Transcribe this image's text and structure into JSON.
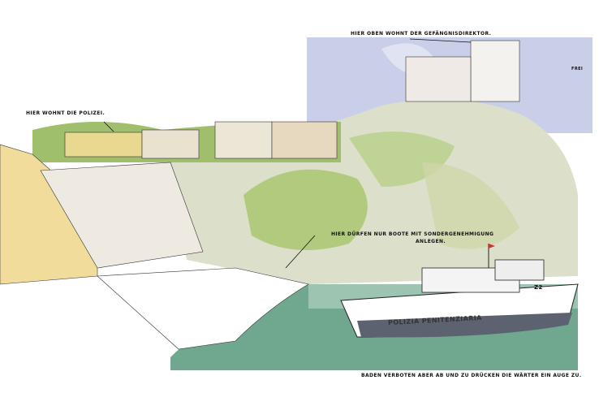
{
  "annotations": {
    "director": "HIER OBEN WOHNT DER GEFÄNGNISDIREKTOR.",
    "free": "FREI",
    "police": "HIER WOHNT DIE POLIZEI.",
    "boats": "HIER DÜRFEN NUR BOOTE MIT SONDERGENEHMIGUNG",
    "boats_line2": "ANLEGEN.",
    "bathing": "BADEN VERBOTEN ABER AB UND ZU DRÜCKEN DIE WÄRTER EIN AUGE ZU."
  },
  "boat": {
    "name": "POLIZIA PENITENZIARIA",
    "number": "Z2"
  },
  "colors": {
    "sky": "#c9cfe8",
    "sea": "#6fa88e",
    "hill": "#d8dcc4",
    "green": "#a8c46a",
    "wall": "#f2dc9c"
  }
}
